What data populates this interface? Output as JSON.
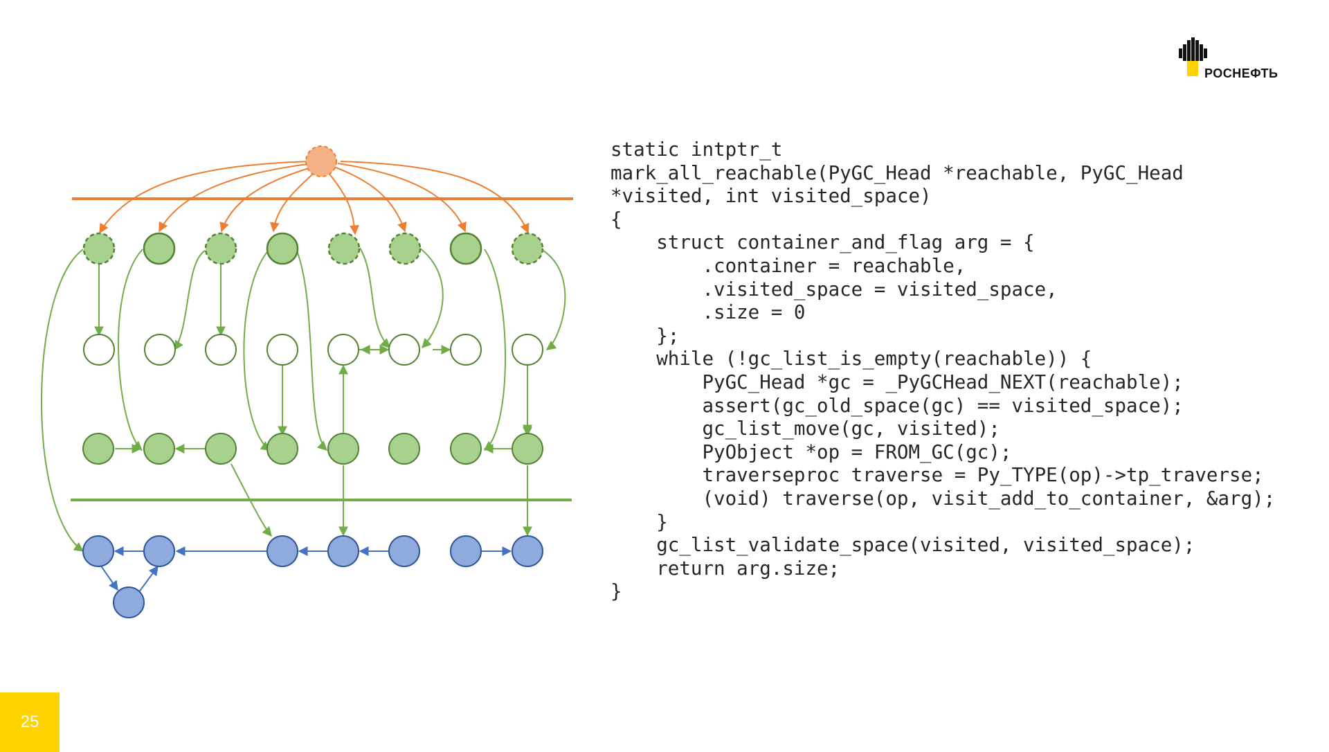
{
  "slide": {
    "page_number": "25",
    "logo_text": "РОСНЕФТЬ"
  },
  "colors": {
    "orange": "#ed7d31",
    "orange_fill": "#f4b183",
    "green": "#70ad47",
    "green_fill": "#a9d18e",
    "green_stroke": "#548235",
    "blue": "#4472c4",
    "blue_fill": "#8faadc",
    "blue_stroke": "#2f5597",
    "accent_yellow": "#ffd200"
  },
  "code": [
    "static intptr_t",
    "mark_all_reachable(PyGC_Head *reachable, PyGC_Head",
    "*visited, int visited_space)",
    "{",
    "    struct container_and_flag arg = {",
    "        .container = reachable,",
    "        .visited_space = visited_space,",
    "        .size = 0",
    "    };",
    "    while (!gc_list_is_empty(reachable)) {",
    "        PyGC_Head *gc = _PyGCHead_NEXT(reachable);",
    "        assert(gc_old_space(gc) == visited_space);",
    "        gc_list_move(gc, visited);",
    "        PyObject *op = FROM_GC(gc);",
    "        traverseproc traverse = Py_TYPE(op)->tp_traverse;",
    "        (void) traverse(op, visit_add_to_container, &arg);",
    "    }",
    "    gc_list_validate_space(visited, visited_space);",
    "    return arg.size;",
    "}"
  ]
}
